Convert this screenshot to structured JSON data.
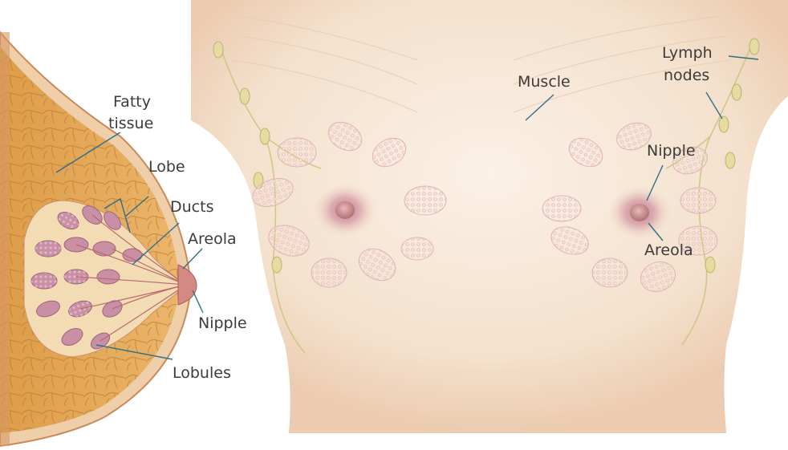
{
  "colors": {
    "skin": "#f4e1cd",
    "fat": "#e7ac5a",
    "lobule": "#c98fa4",
    "leader": "#2f6f88",
    "text": "#3b3b3b"
  },
  "labels": {
    "fatty_line1": "Fatty",
    "fatty_line2": "tissue",
    "lobe": "Lobe",
    "ducts": "Ducts",
    "areola_left": "Areola",
    "nipple_left": "Nipple",
    "lobules": "Lobules",
    "muscle": "Muscle",
    "lymph_line1": "Lymph",
    "lymph_line2": "nodes",
    "nipple_right": "Nipple",
    "areola_right": "Areola"
  }
}
